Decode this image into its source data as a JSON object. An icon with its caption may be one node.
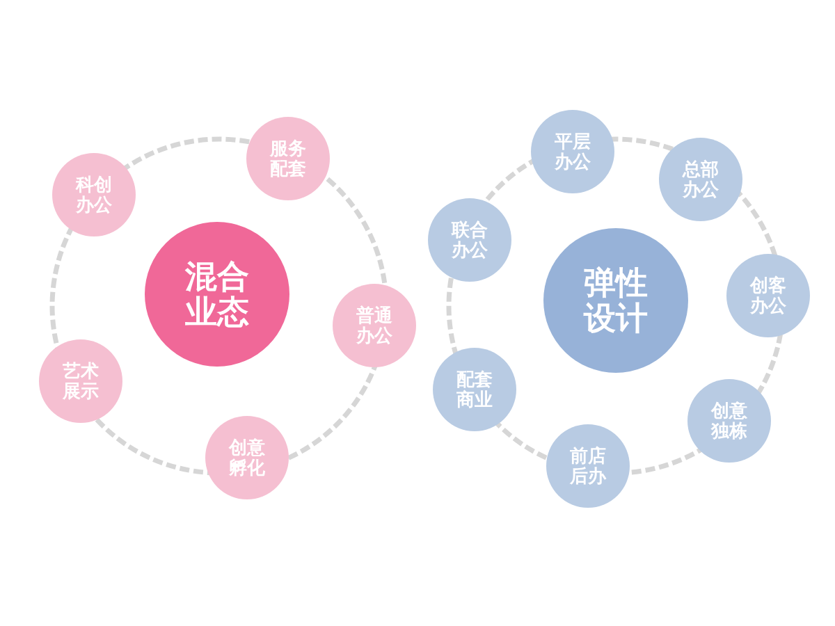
{
  "diagram": {
    "nodes": [
      {
        "text": [
          "混合业态"
        ]
      },
      {
        "text": [
          "服务配套"
        ]
      },
      {
        "text": [
          "科创办公"
        ]
      },
      {
        "text": [
          "普通办公"
        ]
      },
      {
        "text": [
          "艺术展示"
        ]
      },
      {
        "text": [
          "创意孵化"
        ]
      },
      {
        "text": [
          "弹性设计"
        ]
      },
      {
        "text": [
          "平层办公"
        ]
      },
      {
        "text": [
          "总部办公"
        ]
      },
      {
        "text": [
          "联合办公"
        ]
      },
      {
        "text": [
          "创客办公"
        ]
      },
      {
        "text": [
          "配套商业"
        ]
      },
      {
        "text": [
          "创意独栋"
        ]
      },
      {
        "text": [
          "前店后办"
        ]
      }
    ]
  }
}
